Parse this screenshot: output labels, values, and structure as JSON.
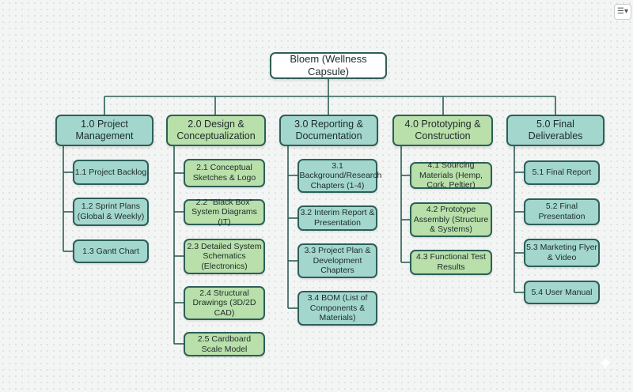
{
  "root": {
    "label": "Bloem (Wellness Capsule)"
  },
  "categories": [
    {
      "label": "1.0 Project Management",
      "color": "#a3d7cd",
      "items": [
        "1.1 Project Backlog",
        "1.2 Sprint Plans (Global & Weekly)",
        "1.3 Gantt Chart"
      ]
    },
    {
      "label": "2.0 Design & Conceptualization",
      "color": "#b9dfaa",
      "items": [
        "2.1 Conceptual Sketches & Logo",
        "2.2 \"Black Box\" System Diagrams (IT)",
        "2.3 Detailed System Schematics (Electronics)",
        "2.4 Structural Drawings (3D/2D CAD)",
        "2.5 Cardboard Scale Model"
      ]
    },
    {
      "label": "3.0 Reporting & Documentation",
      "color": "#a3d7cd",
      "items": [
        "3.1 Background/Research Chapters (1-4)",
        "3.2 Interim Report & Presentation",
        "3.3 Project Plan & Development Chapters",
        "3.4 BOM (List of Components & Materials)"
      ]
    },
    {
      "label": "4.0 Prototyping & Construction",
      "color": "#b9dfaa",
      "items": [
        "4.1 Sourcing Materials (Hemp, Cork, Peltier)",
        "4.2 Prototype Assembly (Structure & Systems)",
        "4.3 Functional Test Results"
      ]
    },
    {
      "label": "5.0 Final Deliverables",
      "color": "#a3d7cd",
      "items": [
        "5.1 Final Report",
        "5.2 Final Presentation",
        "5.3 Marketing Flyer & Video",
        "5.4 User Manual"
      ]
    }
  ],
  "ui": {
    "menu_icon": "list-icon",
    "watermark_icon": "sparkle-icon"
  }
}
